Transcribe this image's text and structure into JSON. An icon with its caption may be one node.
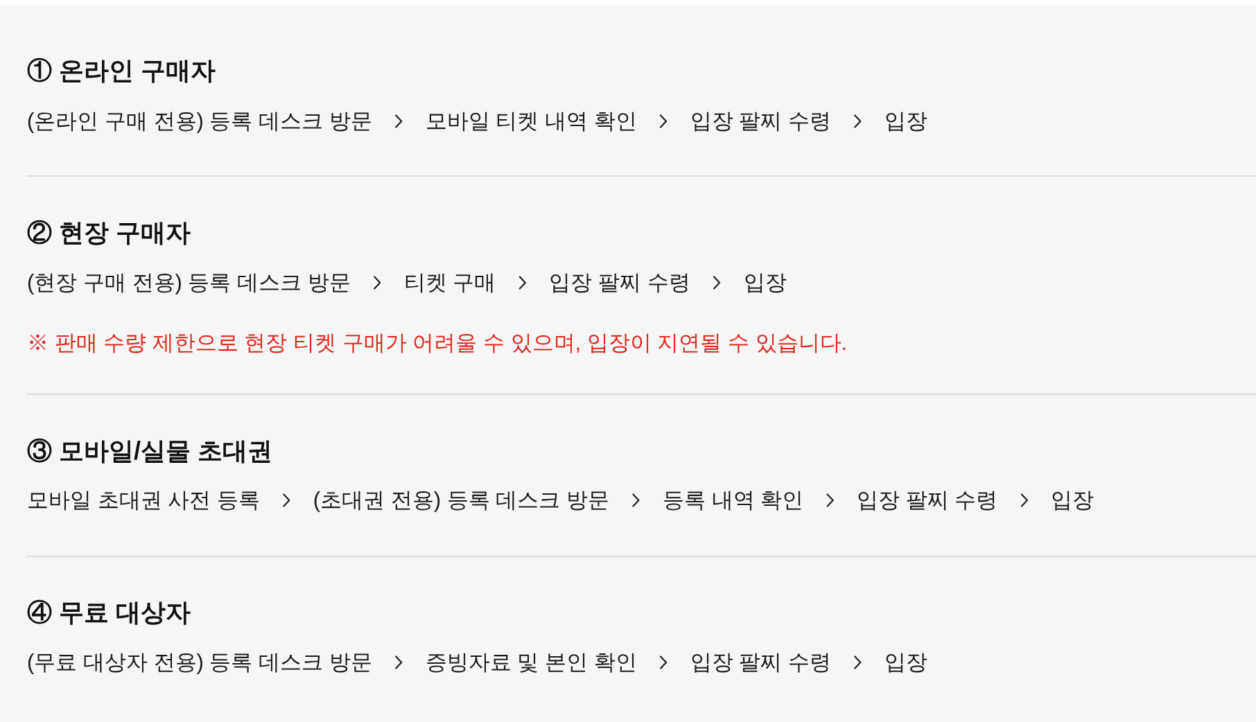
{
  "diagram": {
    "nodes": [
      {
        "text": [
          "(온라인 구매 전용) 등록 데스크 방문"
        ]
      },
      {
        "text": [
          "모바일 티켓 내역 확인"
        ]
      },
      {
        "text": [
          "입장 팔찌 수령"
        ]
      },
      {
        "text": [
          "입장"
        ]
      },
      {
        "text": [
          "(현장 구매 전용) 등록 데스크 방문"
        ]
      },
      {
        "text": [
          "티켓 구매"
        ]
      },
      {
        "text": [
          "입장 팔찌 수령"
        ]
      },
      {
        "text": [
          "입장"
        ]
      },
      {
        "text": [
          "모바일 초대권 사전 등록"
        ]
      },
      {
        "text": [
          "(초대권 전용) 등록 데스크 방문"
        ]
      },
      {
        "text": [
          "등록 내역 확인"
        ]
      },
      {
        "text": [
          "입장 팔찌 수령"
        ]
      },
      {
        "text": [
          "입장"
        ]
      },
      {
        "text": [
          "(무료 대상자 전용) 등록 데스크 방문"
        ]
      },
      {
        "text": [
          "증빙자료 및 본인 확인"
        ]
      },
      {
        "text": [
          "입장 팔찌 수령"
        ]
      },
      {
        "text": [
          "입장"
        ]
      }
    ],
    "edges": [
      {
        "from": 0,
        "to": 1,
        "arrow": "to"
      },
      {
        "from": 1,
        "to": 2,
        "arrow": "to"
      },
      {
        "from": 2,
        "to": 3,
        "arrow": "to"
      },
      {
        "from": 4,
        "to": 5,
        "arrow": "to"
      },
      {
        "from": 5,
        "to": 6,
        "arrow": "to"
      },
      {
        "from": 6,
        "to": 7,
        "arrow": "to"
      },
      {
        "from": 8,
        "to": 9,
        "arrow": "to"
      },
      {
        "from": 9,
        "to": 10,
        "arrow": "to"
      },
      {
        "from": 10,
        "to": 11,
        "arrow": "to"
      },
      {
        "from": 11,
        "to": 12,
        "arrow": "to"
      },
      {
        "from": 13,
        "to": 14,
        "arrow": "to"
      },
      {
        "from": 14,
        "to": 15,
        "arrow": "to"
      },
      {
        "from": 15,
        "to": 16,
        "arrow": "to"
      }
    ],
    "labels": [
      "① 온라인 구매자",
      "② 현장 구매자",
      "※ 판매 수량 제한으로 현장 티켓 구매가 어려울 수 있으며, 입장이 지연될 수 있습니다.",
      "③ 모바일/실물 초대권",
      "④ 무료 대상자"
    ]
  }
}
